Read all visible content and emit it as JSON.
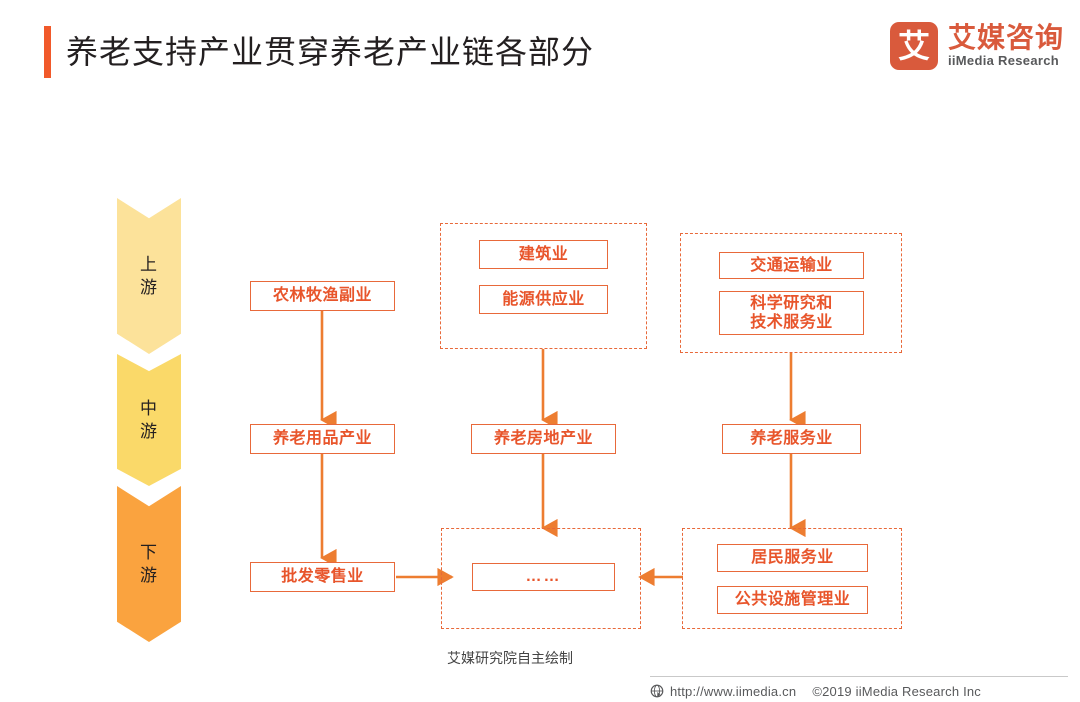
{
  "header": {
    "title": "养老支持产业贯穿养老产业链各部分",
    "accent_color": "#F1592A"
  },
  "logo": {
    "mark_glyph": "艾",
    "name_cn": "艾媒咨询",
    "name_en": "iiMedia Research",
    "color": "#D95A3C"
  },
  "stages": [
    {
      "id": "upstream",
      "label": "上\n游",
      "label_line1": "上",
      "label_line2": "游",
      "color": "#FCE29A"
    },
    {
      "id": "midstream",
      "label": "中\n游",
      "label_line1": "中",
      "label_line2": "游",
      "color": "#FAD969"
    },
    {
      "id": "downstream",
      "label": "下\n游",
      "label_line1": "下",
      "label_line2": "游",
      "color": "#FAA33F"
    }
  ],
  "nodes": {
    "agriculture": "农林牧渔副业",
    "construction": "建筑业",
    "energy_supply": "能源供应业",
    "transportation": "交通运输业",
    "research_tech_line1": "科学研究和",
    "research_tech_line2": "技术服务业",
    "elderly_products": "养老用品产业",
    "elderly_realestate": "养老房地产业",
    "elderly_services": "养老服务业",
    "wholesale_retail": "批发零售业",
    "etc": "……",
    "resident_services": "居民服务业",
    "public_facilities": "公共设施管理业"
  },
  "colors": {
    "node_border": "#E8693A",
    "node_text": "#E8552B",
    "arrow": "#ED7D31",
    "group_border": "#E8693A"
  },
  "footer": {
    "source_note": "艾媒研究院自主绘制",
    "url": "http://www.iimedia.cn",
    "copyright": "©2019  iiMedia Research Inc"
  }
}
